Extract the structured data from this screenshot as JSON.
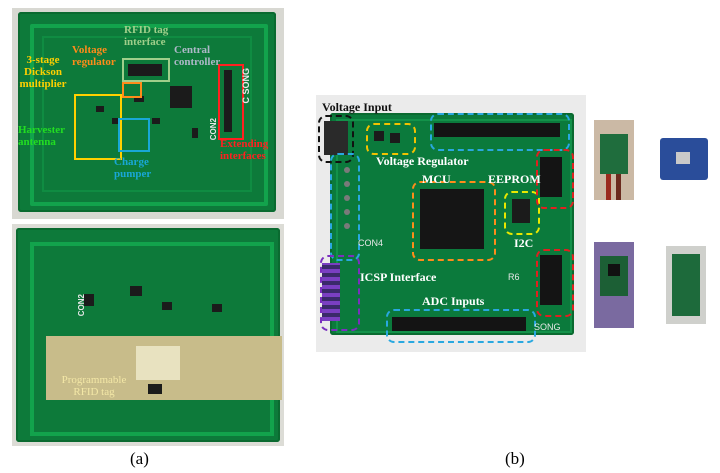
{
  "panel_a": {
    "caption": "(a)",
    "labels": {
      "rfid_tag_interface": "RFID tag\ninterface",
      "voltage_regulator": "Voltage\nregulator",
      "central_controller": "Central\ncontroller",
      "dickson_multiplier": "3-stage\nDickson\nmultiplier",
      "harvester_antenna": "Harvester\nantenna",
      "charge_pumper": "Charge\npumper",
      "extending_interfaces": "Extending\ninterfaces",
      "programmable_rfid_tag": "Programmable\nRFID tag",
      "silk_c_song": "C SONG",
      "silk_con2": "CON2"
    },
    "colors": {
      "rfid_tag_interface": "#9fcf8a",
      "voltage_regulator": "#ff8c1a",
      "central_controller": "#aeb9c9",
      "dickson_multiplier": "#ffd000",
      "harvester_antenna": "#22dd22",
      "charge_pumper": "#19a7d6",
      "extending_interfaces": "#ff2020",
      "programmable_rfid_tag": "#f3e7a6"
    }
  },
  "panel_b": {
    "caption": "(b)",
    "labels": {
      "voltage_input": "Voltage Input",
      "voltage_regulator": "Voltage Regulator",
      "mcu": "MCU",
      "eeprom": "EEPROM",
      "i2c": "I2C",
      "icsp_interface": "ICSP Interface",
      "adc_inputs": "ADC Inputs",
      "silk_con4": "CON4",
      "silk_song": "SONG",
      "silk_r6": "R6"
    },
    "colors": {
      "voltage_input": "#111111",
      "voltage_regulator": "#f2c200",
      "mcu": "#ff8c1a",
      "eeprom": "#e8e800",
      "i2c": "#e02020",
      "icsp_interface": "#7b2fbf",
      "adc_inputs": "#29a8e0"
    }
  },
  "sensors": {
    "count": 4,
    "icon_name": "sensor-module-photo"
  }
}
